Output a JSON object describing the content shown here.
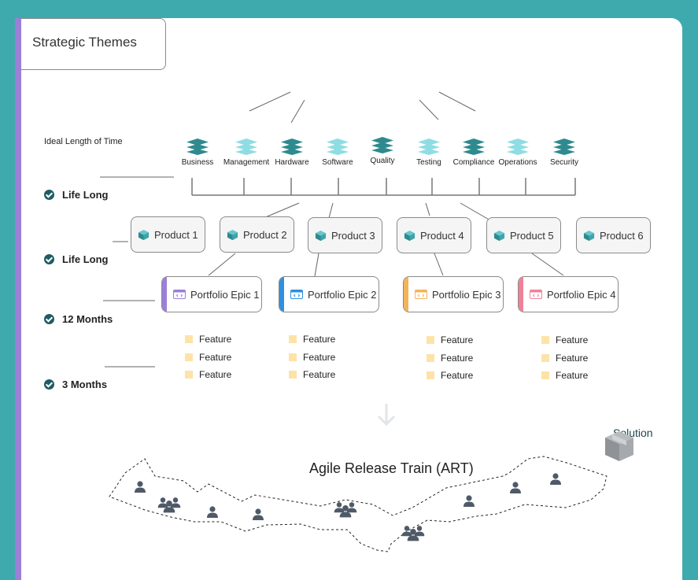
{
  "strategic": {
    "label": "Strategic Themes",
    "accent": "#9b7fd8"
  },
  "ideal_label": "Ideal Length of Time",
  "row_labels": [
    "Life Long",
    "Life Long",
    "12 Months",
    "3 Months"
  ],
  "themes": [
    {
      "label": "Business",
      "shade": "dark"
    },
    {
      "label": "Management",
      "shade": "light"
    },
    {
      "label": "Hardware",
      "shade": "dark"
    },
    {
      "label": "Software",
      "shade": "light"
    },
    {
      "label": "Quality",
      "shade": "dark"
    },
    {
      "label": "Testing",
      "shade": "light"
    },
    {
      "label": "Compliance",
      "shade": "dark"
    },
    {
      "label": "Operations",
      "shade": "light"
    },
    {
      "label": "Security",
      "shade": "dark"
    }
  ],
  "products": [
    {
      "label": "Product 1"
    },
    {
      "label": "Product 2"
    },
    {
      "label": "Product 3"
    },
    {
      "label": "Product 4"
    },
    {
      "label": "Product 5"
    },
    {
      "label": "Product 6"
    }
  ],
  "epics": [
    {
      "label": "Portfolio Epic 1",
      "color": "#9b7fd8"
    },
    {
      "label": "Portfolio Epic 2",
      "color": "#2f8fe0"
    },
    {
      "label": "Portfolio Epic 3",
      "color": "#f2b45a"
    },
    {
      "label": "Portfolio Epic 4",
      "color": "#f0819a"
    }
  ],
  "features": [
    [
      "Feature",
      "Feature",
      "Feature"
    ],
    [
      "Feature",
      "Feature",
      "Feature"
    ],
    [
      "Feature",
      "Feature",
      "Feature"
    ],
    [
      "Feature",
      "Feature",
      "Feature"
    ]
  ],
  "art_title": "Agile Release Train (ART)",
  "solution_label": "Solution",
  "colors": {
    "frame": "#3eaaae",
    "dark_teal": "#2e8a8e",
    "light_teal": "#8fdde3",
    "person": "#4f5a68"
  }
}
